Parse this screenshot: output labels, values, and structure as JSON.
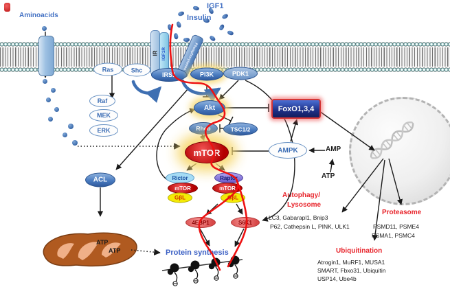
{
  "colors": {
    "accent_blue": "#4472c4",
    "node_blue": "#4a7cc0",
    "node_red": "#c00000",
    "pathway_highlight_red": "#ee1111",
    "category_red": "#e8262d",
    "gbl_yellow": "#f4ea06",
    "foxo_navy": "#1d2f86"
  },
  "labels": {
    "aminoacids": "Aminoacids",
    "igf1": "IGF1",
    "insulin": "Insulin",
    "protein_synthesis": "Protein synthesis"
  },
  "receptors": {
    "ir": "IR",
    "igf1r": "IGF1R",
    "tilted": "Phosphorylation"
  },
  "nodes": {
    "ras": "Ras",
    "shc": "Shc",
    "raf": "Raf",
    "mek": "MEK",
    "erk": "ERK",
    "irs1": "IRS1",
    "pi3k": "PI3K",
    "pdk1": "PDK1",
    "akt": "Akt",
    "rheb": "Rheb",
    "tsc12": "TSC1/2",
    "mtor": "mTOR",
    "ampk": "AMPK",
    "foxo": "FoxO1,3,4",
    "acl": "ACL",
    "ebp1": "4EBP1",
    "s6k1": "S6K1"
  },
  "complexes": {
    "rictor": "Rictor",
    "raptor": "Raptor",
    "mtor_left": "mTOR",
    "mtor_right": "mTOR",
    "gbl_left": "GβL",
    "gbl_right": "GβL"
  },
  "energy": {
    "amp": "AMP",
    "atp": "ATP",
    "atp_mito_1": "ATP",
    "atp_mito_2": "ATP"
  },
  "pathways": {
    "autophagy": {
      "title_line1": "Autophagy/",
      "title_line2": "Lysosome",
      "line1": "LC3, Gabarapl1, Bnip3",
      "line2": "P62, Cathepsin L, PINK, ULK1"
    },
    "proteasome": {
      "title": "Proteasome",
      "line1": "PSMD11, PSME4",
      "line2": "PSMA1, PSMC4"
    },
    "ubiquitination": {
      "title": "Ubiquitination",
      "line1": "Atrogin1, MuRF1, MUSA1",
      "line2": "SMART, Fbxo31, Ubiquitin",
      "line3": "USP14, Ube4b"
    }
  }
}
